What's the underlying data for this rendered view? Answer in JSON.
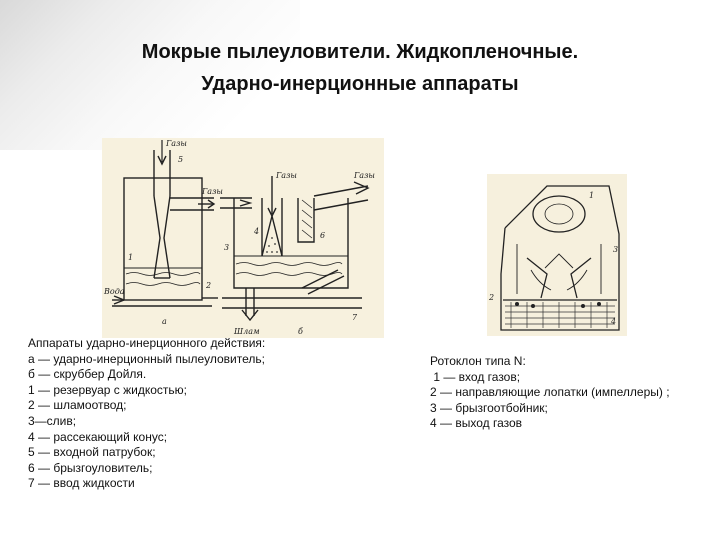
{
  "slide": {
    "title_line1": "Мокрые пылеуловители. Жидкопленочные.",
    "title_line2": "Ударно-инерционные аппараты"
  },
  "left_figure": {
    "labels": {
      "gases_top": "Газы",
      "gases_mid": "Газы",
      "gases_right": "Газы",
      "gases_center": "Газы",
      "water": "Вода",
      "sludge": "Шлам",
      "a": "а",
      "b": "б",
      "n1": "1",
      "n2": "2",
      "n3": "3",
      "n4": "4",
      "n5": "5",
      "n6": "6",
      "n7": "7"
    }
  },
  "right_figure": {
    "labels": {
      "n1": "1",
      "n2": "2",
      "n3": "3",
      "n4": "4"
    }
  },
  "left_caption": {
    "lines": [
      "Аппараты ударно-инерционного действия:",
      "а — ударно-инерционный пылеуловитель;",
      "б — скруббер Дойля.",
      "1 — резервуар с жидкостью;",
      "2 — шламоотвод;",
      "3—слив;",
      "4 — рассекающий конус;",
      "5 — входной патрубок;",
      "6 — брызгоуловитель;",
      "7 — ввод жидкости"
    ]
  },
  "right_caption": {
    "lines": [
      "Ротоклон типа N:",
      " 1 — вход газов;",
      "2 — направляющие лопатки (импеллеры) ;",
      "3 — брызгоотбойник;",
      "4 — выход газов"
    ]
  }
}
